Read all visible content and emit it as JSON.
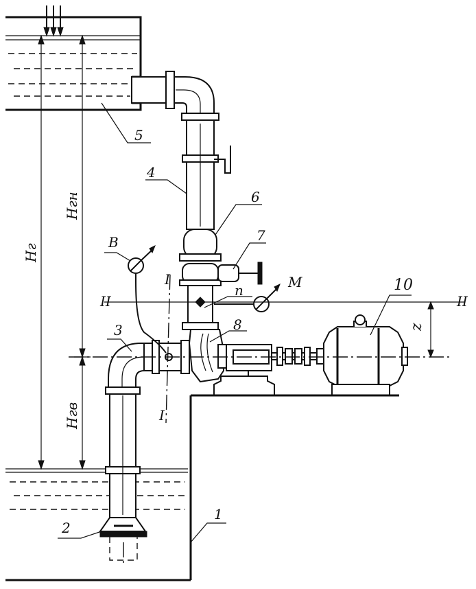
{
  "labels": {
    "n1": "1",
    "n2": "2",
    "n3": "3",
    "n4": "4",
    "n5": "5",
    "n6": "6",
    "n7": "7",
    "n8": "8",
    "n10": "10",
    "h_total": "Hг",
    "h_pressure": "Hгн",
    "h_suction": "Hгв",
    "vacuum_gauge": "В",
    "manometer": "М",
    "point_n": "n",
    "section_1_top": "I",
    "section_1_bottom": "I",
    "section_2_left": "II",
    "section_2_right": "II",
    "height_z": "z"
  }
}
